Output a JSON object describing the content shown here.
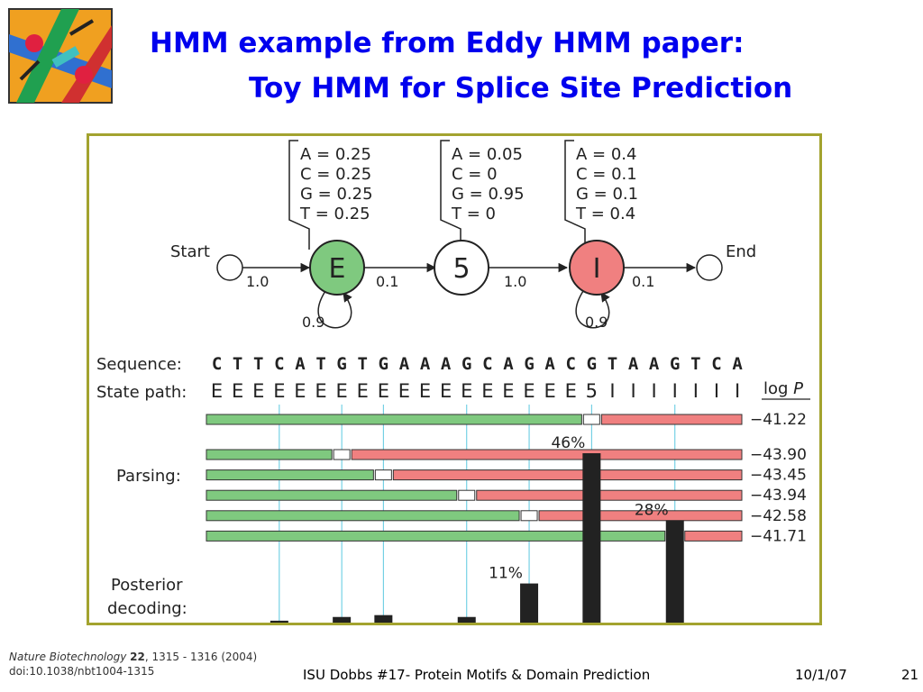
{
  "title": {
    "line1": "HMM example from Eddy HMM paper:",
    "line2": "Toy HMM for Splice Site Prediction"
  },
  "diagram": {
    "states": [
      {
        "label": "E",
        "fill": "#7fc97f",
        "emissions": [
          "A = 0.25",
          "C = 0.25",
          "G = 0.25",
          "T = 0.25"
        ],
        "self_loop": "0.9"
      },
      {
        "label": "5",
        "fill": "#ffffff",
        "emissions": [
          "A = 0.05",
          "C = 0",
          "G = 0.95",
          "T = 0"
        ]
      },
      {
        "label": "I",
        "fill": "#f08080",
        "emissions": [
          "A = 0.4",
          "C = 0.1",
          "G = 0.1",
          "T = 0.4"
        ],
        "self_loop": "0.9"
      }
    ],
    "start_label": "Start",
    "end_label": "End",
    "transitions": [
      "1.0",
      "0.1",
      "1.0",
      "0.1"
    ],
    "sequence_label": "Sequence:",
    "sequence": "CTTCATGTGAAAGCAGACGTAAGTCA",
    "state_path_label": "State path:",
    "state_path": "EEEEEEEEEEEEEEEEEE5IIIIIII",
    "logp_header_prefix": "log ",
    "logp_header_var": "P",
    "best_path": {
      "split": 18,
      "logp": "−41.22"
    },
    "parsing_label": "Parsing:",
    "parses": [
      {
        "split": 6,
        "logp": "−43.90"
      },
      {
        "split": 8,
        "logp": "−43.45"
      },
      {
        "split": 12,
        "logp": "−43.94"
      },
      {
        "split": 15,
        "logp": "−42.58"
      },
      {
        "split": 22,
        "logp": "−41.71"
      }
    ],
    "posterior_label_1": "Posterior",
    "posterior_label_2": "decoding:",
    "posterior": [
      {
        "index": 3,
        "fraction": 0.01
      },
      {
        "index": 6,
        "fraction": 0.02
      },
      {
        "index": 8,
        "fraction": 0.025
      },
      {
        "index": 12,
        "fraction": 0.02
      },
      {
        "index": 15,
        "fraction": 0.11,
        "label": "11%"
      },
      {
        "index": 18,
        "fraction": 0.46,
        "label": "46%"
      },
      {
        "index": 22,
        "fraction": 0.28,
        "label": "28%"
      }
    ],
    "posterior_zero_indices": [
      4,
      9,
      10,
      11,
      14,
      16,
      20,
      21
    ],
    "colors": {
      "exon": "#7fc97f",
      "intron": "#f08080",
      "guide": "#5bc8e0"
    }
  },
  "citation": {
    "journal": "Nature Biotechnology",
    "volume": "22",
    "pages": ", 1315 - 1316 (2004)",
    "doi": "doi:10.1038/nbt1004-1315"
  },
  "footer": {
    "center": "ISU Dobbs #17- Protein Motifs & Domain Prediction",
    "date": "10/1/07",
    "page": "21"
  }
}
